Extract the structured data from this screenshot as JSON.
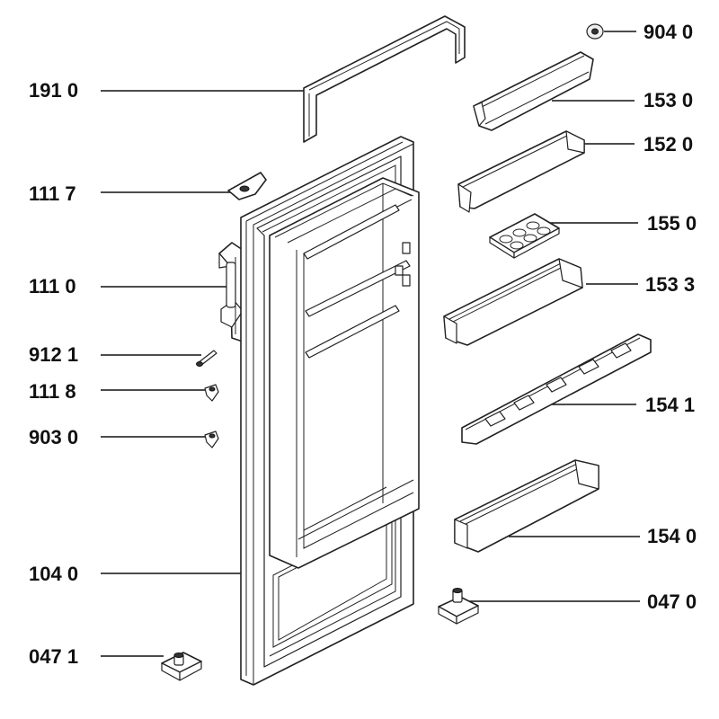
{
  "labels": {
    "p9040": "904 0",
    "p1910": "191 0",
    "p1530": "153 0",
    "p1520": "152 0",
    "p1117": "111 7",
    "p1550": "155 0",
    "p1110": "111 0",
    "p1533": "153 3",
    "p9121": "912 1",
    "p1118": "111 8",
    "p1541": "154 1",
    "p9030": "903 0",
    "p1540": "154 0",
    "p1040": "104 0",
    "p0470": "047 0",
    "p0471": "047 1"
  }
}
